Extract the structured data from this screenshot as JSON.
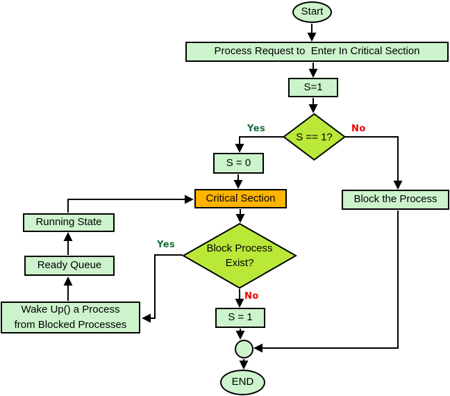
{
  "diagram": {
    "type": "flowchart",
    "nodes": {
      "start": {
        "label": "Start",
        "shape": "ellipse"
      },
      "process_request": {
        "label": "Process Request to  Enter In Critical Section",
        "shape": "rect"
      },
      "s_init": {
        "label": "S=1",
        "shape": "rect"
      },
      "decision_s": {
        "label": "S == 1?",
        "shape": "diamond"
      },
      "s_zero": {
        "label": "S = 0",
        "shape": "rect"
      },
      "critical_section": {
        "label": "Critical Section",
        "shape": "rect"
      },
      "block_process": {
        "label": "Block the Process",
        "shape": "rect"
      },
      "decision_block": {
        "line1": "Block Process",
        "line2": "Exist?",
        "shape": "diamond"
      },
      "wake_up": {
        "line1": "Wake Up() a Process",
        "line2": "from Blocked Processes",
        "shape": "rect"
      },
      "ready_queue": {
        "label": "Ready Queue",
        "shape": "rect"
      },
      "running_state": {
        "label": "Running State",
        "shape": "rect"
      },
      "s_one": {
        "label": "S = 1",
        "shape": "rect"
      },
      "junction": {
        "label": "",
        "shape": "circle-connector"
      },
      "end": {
        "label": "END",
        "shape": "ellipse"
      }
    },
    "edge_labels": {
      "s_yes": "Yes",
      "s_no": "No",
      "block_yes": "Yes",
      "block_no": "No"
    },
    "colors": {
      "node_fill": "#CCF3CC",
      "decision_fill": "#B9E838",
      "critical_fill": "#FFB400",
      "yes_color": "#17703C",
      "no_color": "#EE0000",
      "stroke": "#000000"
    }
  }
}
